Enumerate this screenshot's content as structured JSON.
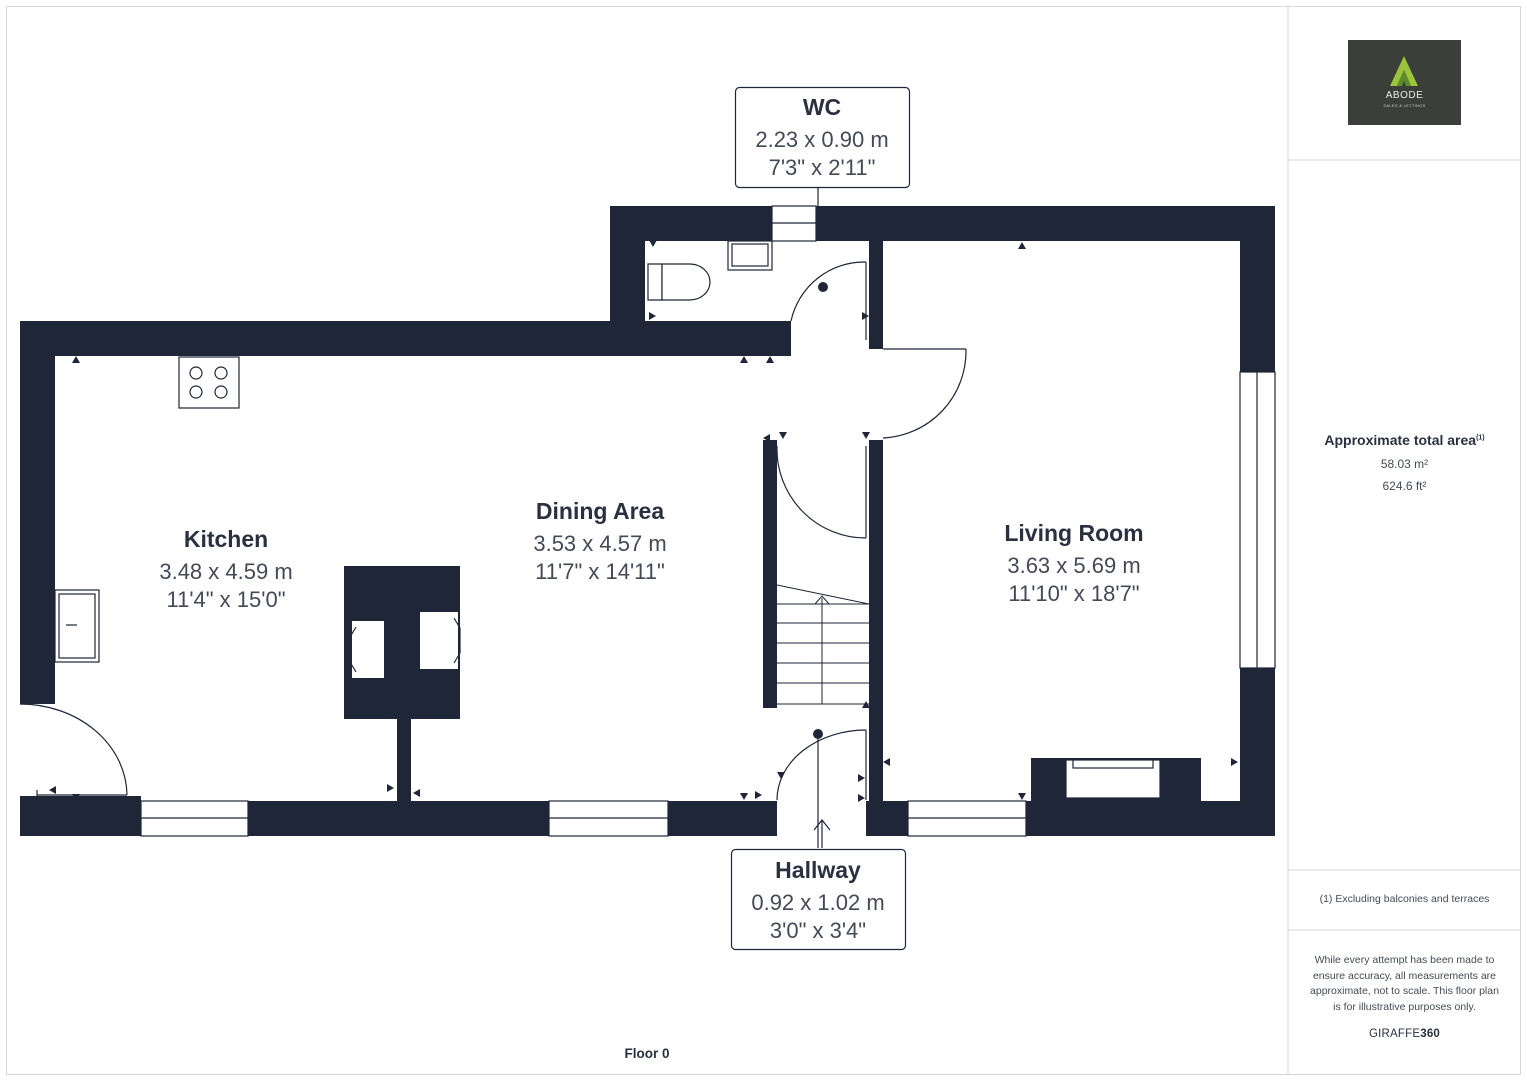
{
  "brand": {
    "logo_word": "ABODE",
    "logo_sub": "SALES & LETTINGS",
    "logo_bg": "#3a3f3a",
    "logo_accent": "#9bc33c"
  },
  "colors": {
    "wall": "#1f2637",
    "text": "#2b3040",
    "subtext": "#444a55",
    "line": "#d5d7db"
  },
  "rooms": [
    {
      "id": "wc",
      "name": "WC",
      "metric": "2.23 x 0.90 m",
      "imperial": "7'3\" x 2'11\""
    },
    {
      "id": "kitchen",
      "name": "Kitchen",
      "metric": "3.48 x 4.59 m",
      "imperial": "11'4\" x 15'0\""
    },
    {
      "id": "dining",
      "name": "Dining Area",
      "metric": "3.53 x 4.57 m",
      "imperial": "11'7\" x 14'11\""
    },
    {
      "id": "living",
      "name": "Living Room",
      "metric": "3.63 x 5.69 m",
      "imperial": "11'10\" x 18'7\""
    },
    {
      "id": "hallway",
      "name": "Hallway",
      "metric": "0.92 x 1.02 m",
      "imperial": "3'0\" x 3'4\""
    }
  ],
  "summary": {
    "title": "Approximate total area",
    "footnote_mark": "(1)",
    "area_m2": "58.03 m²",
    "area_ft2": "624.6 ft²",
    "note": "(1) Excluding balconies and terraces",
    "disclaimer": "While every attempt has been made to ensure accuracy, all measurements are approximate, not to scale. This floor plan is for illustrative purposes only.",
    "brand_prefix": "GIRAFFE",
    "brand_suffix": "360"
  },
  "floor_label": "Floor 0"
}
